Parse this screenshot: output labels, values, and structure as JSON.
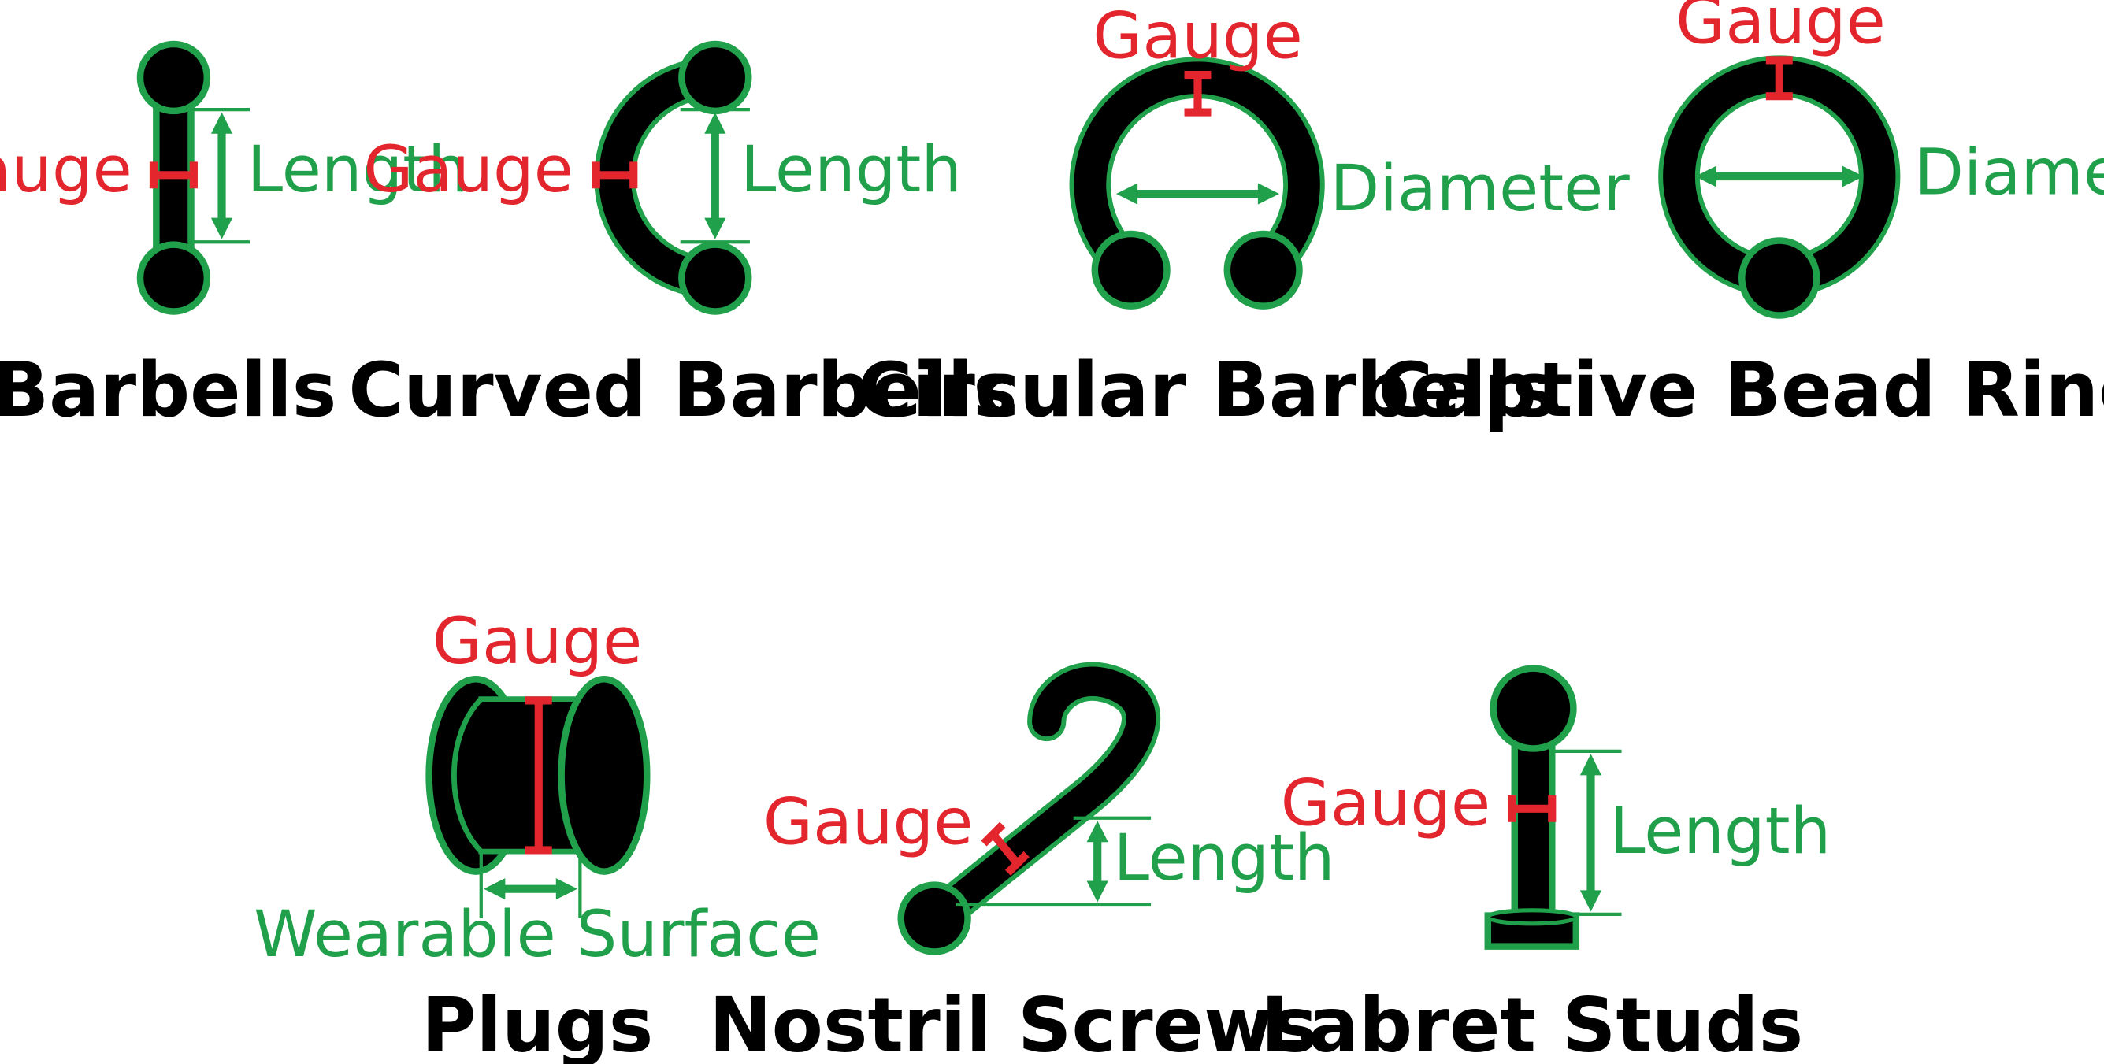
{
  "colors": {
    "gauge": "#e3262d",
    "measure": "#20a04a",
    "piece": "#000000"
  },
  "items": [
    {
      "title": "Barbells",
      "gauge_label": "Gauge",
      "measure_label": "Length"
    },
    {
      "title": "Curved Barbells",
      "gauge_label": "Gauge",
      "measure_label": "Length"
    },
    {
      "title": "Circular Barbells",
      "gauge_label": "Gauge",
      "measure_label": "Diameter"
    },
    {
      "title": "Captive Bead Rings",
      "gauge_label": "Gauge",
      "measure_label": "Diameter"
    },
    {
      "title": "Plugs",
      "gauge_label": "Gauge",
      "measure_label": "Wearable Surface"
    },
    {
      "title": "Nostril Screws",
      "gauge_label": "Gauge",
      "measure_label": "Length"
    },
    {
      "title": "Labret Studs",
      "gauge_label": "Gauge",
      "measure_label": "Length"
    }
  ]
}
